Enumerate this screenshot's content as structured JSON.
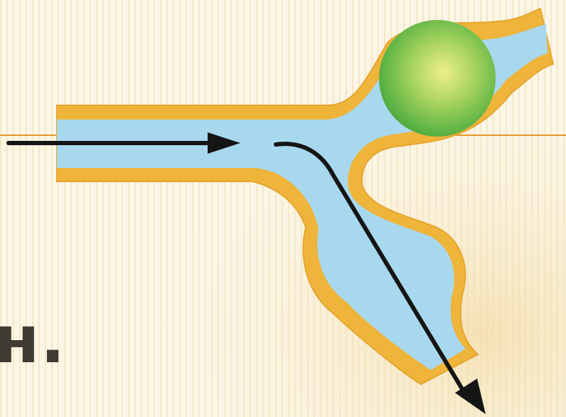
{
  "slide": {
    "caption_text": "н.",
    "accent_line_color": "#e3982a",
    "background_color": "#fbf6e7"
  },
  "diagram": {
    "wall_color": "#f0b63b",
    "lumen_color": "#a8d8ee",
    "obstruction_color": "#6fbf4a",
    "arrow_color": "#151515",
    "icons": [
      "incoming-flow-arrow",
      "diverted-flow-arrow",
      "round-obstruction"
    ]
  }
}
